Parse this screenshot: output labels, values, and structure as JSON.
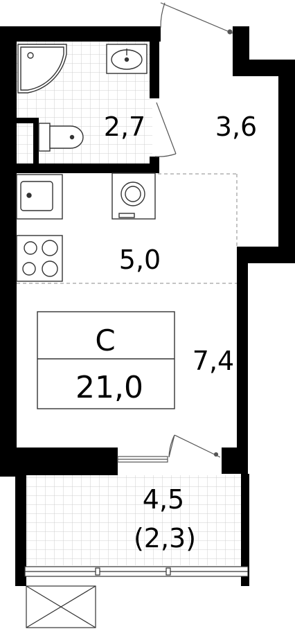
{
  "plan": {
    "room_type_letter": "С",
    "total_area": "21,0",
    "rooms": {
      "bathroom": "2,7",
      "hallway": "3,6",
      "kitchen": "5,0",
      "living": "7,4",
      "balcony": "4,5",
      "balcony_reduced": "(2,3)"
    }
  }
}
